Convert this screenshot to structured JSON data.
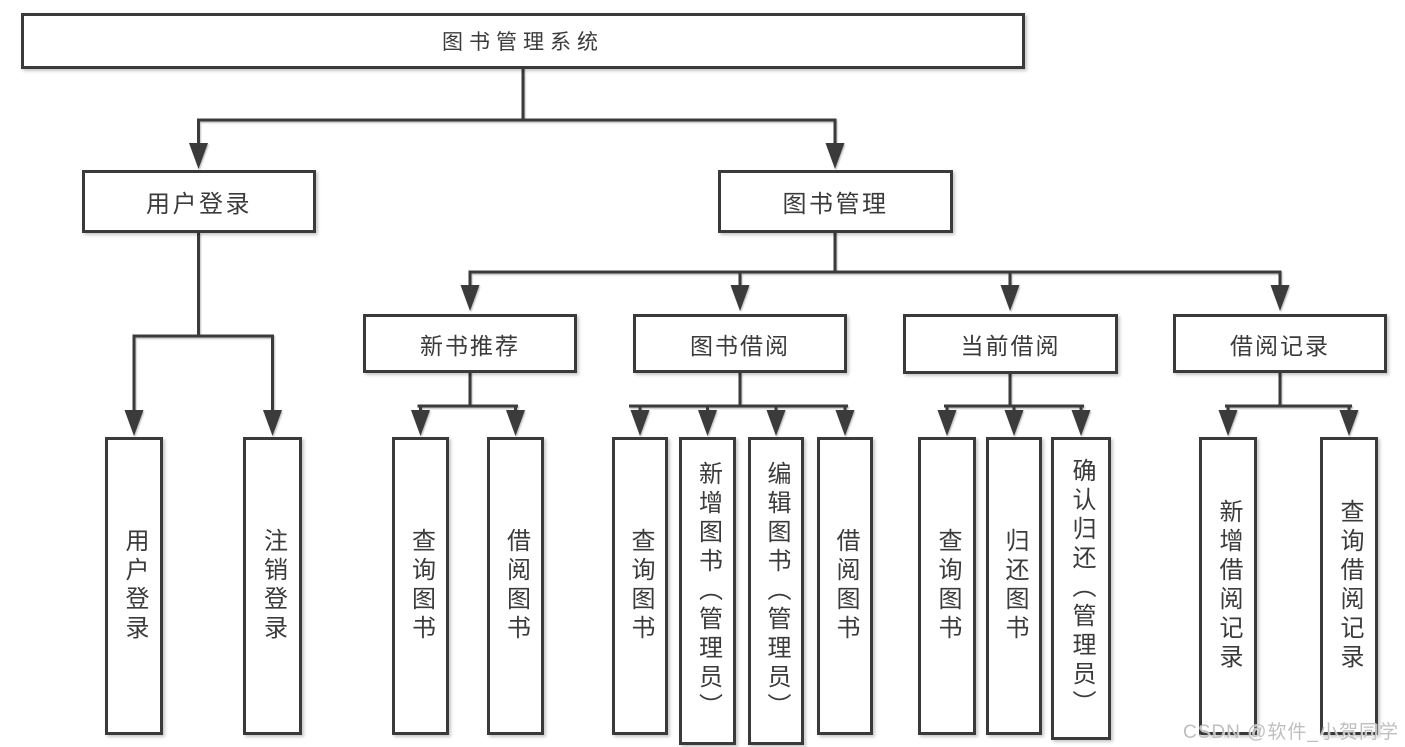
{
  "diagram": {
    "root": {
      "label": "图书管理系统"
    },
    "level2": [
      {
        "id": "user-login",
        "label": "用户登录",
        "parent": "图书管理系统"
      },
      {
        "id": "book-management",
        "label": "图书管理",
        "parent": "图书管理系统"
      }
    ],
    "level3": [
      {
        "id": "new-book-recommendation",
        "label": "新书推荐",
        "parent": "图书管理"
      },
      {
        "id": "book-borrowing",
        "label": "图书借阅",
        "parent": "图书管理"
      },
      {
        "id": "current-borrowing",
        "label": "当前借阅",
        "parent": "图书管理"
      },
      {
        "id": "borrowing-records",
        "label": "借阅记录",
        "parent": "图书管理"
      }
    ],
    "level4": [
      {
        "id": "user-login-leaf",
        "label": "用户登录",
        "parent": "用户登录"
      },
      {
        "id": "logout",
        "label": "注销登录",
        "parent": "用户登录"
      },
      {
        "id": "query-books-recommend",
        "label": "查询图书",
        "parent": "新书推荐"
      },
      {
        "id": "borrow-books-recommend",
        "label": "借阅图书",
        "parent": "新书推荐"
      },
      {
        "id": "query-books-borrowing",
        "label": "查询图书",
        "parent": "图书借阅"
      },
      {
        "id": "add-book-admin",
        "label": "新增图书（管理员）",
        "parent": "图书借阅"
      },
      {
        "id": "edit-book-admin",
        "label": "编辑图书（管理员）",
        "parent": "图书借阅"
      },
      {
        "id": "borrow-books-borrowing",
        "label": "借阅图书",
        "parent": "图书借阅"
      },
      {
        "id": "query-books-current",
        "label": "查询图书",
        "parent": "当前借阅"
      },
      {
        "id": "return-books",
        "label": "归还图书",
        "parent": "当前借阅"
      },
      {
        "id": "confirm-return-admin",
        "label": "确认归还（管理员）",
        "parent": "当前借阅"
      },
      {
        "id": "add-borrowing-record",
        "label": "新增借阅记录",
        "parent": "借阅记录"
      },
      {
        "id": "query-borrowing-record",
        "label": "查询借阅记录",
        "parent": "借阅记录"
      }
    ],
    "watermark": {
      "text": "CSDN @软件_小贺同学"
    },
    "colors": {
      "line": "#3a3a3a",
      "text": "#3b3b3b",
      "background": "#ffffff",
      "watermark": "#bfbfbf"
    }
  }
}
